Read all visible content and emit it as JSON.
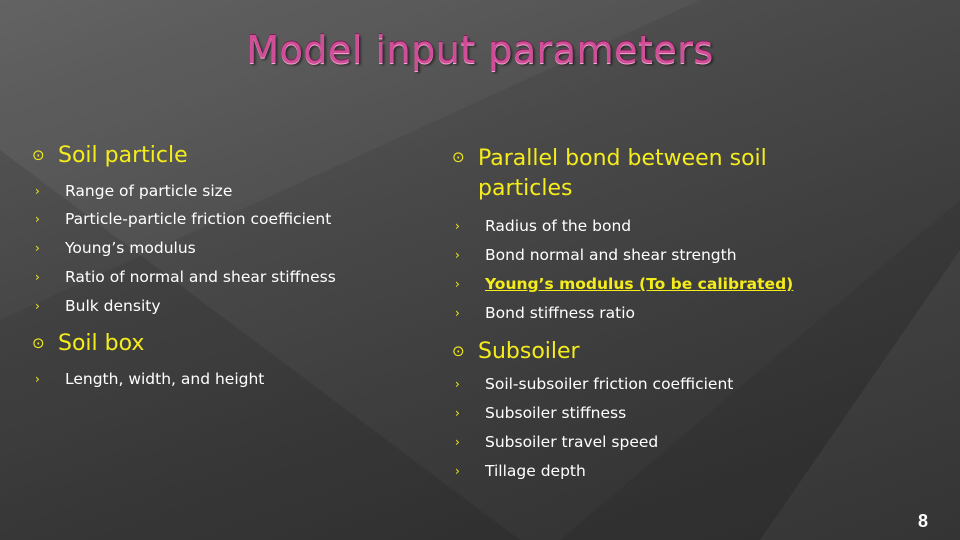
{
  "slide": {
    "title": "Model input parameters",
    "page_number": "8",
    "bullet_icon": "target-bullet-icon",
    "sub_bullet_icon": "chevron-right-icon",
    "colors": {
      "title": "#d04e98",
      "bullet": "#f5ec1c",
      "body_text": "#ffffff",
      "background": "#3c3c3c"
    }
  },
  "left_column": {
    "sections": [
      {
        "heading": "Soil particle",
        "items": [
          "Range of particle size",
          "Particle-particle friction coefficient",
          "Young’s modulus",
          "Ratio of normal and shear stiffness",
          "Bulk density"
        ]
      },
      {
        "heading": "Soil box",
        "items": [
          "Length, width, and height"
        ]
      }
    ]
  },
  "right_column": {
    "sections": [
      {
        "heading": "Parallel bond between soil particles",
        "items": [
          "Radius of the bond",
          "Bond normal and shear strength",
          "Young’s modulus  (To be calibrated)",
          "Bond stiffness ratio"
        ],
        "highlighted_item": "Young’s modulus  (To be calibrated)"
      },
      {
        "heading": "Subsoiler",
        "items": [
          "Soil-subsoiler friction coefficient",
          "Subsoiler stiffness",
          "Subsoiler travel speed",
          "Tillage depth"
        ]
      }
    ]
  }
}
